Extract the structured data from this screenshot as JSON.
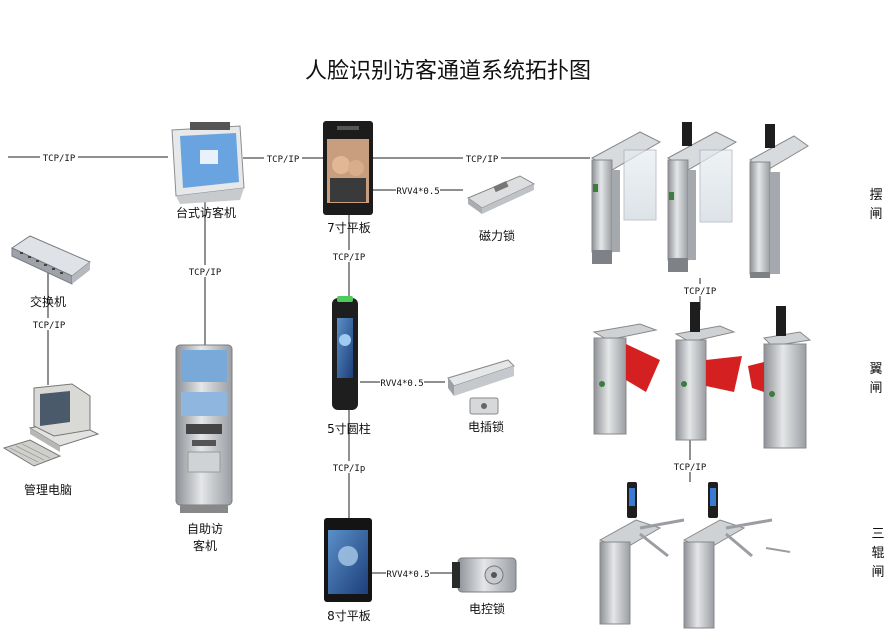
{
  "title": "人脸识别访客通道系统拓扑图",
  "devices": {
    "desk_kiosk": "台式访客机",
    "switch": "交换机",
    "pc": "管理电脑",
    "self_kiosk_line1": "自助访",
    "self_kiosk_line2": "客机",
    "tablet7": "7寸平板",
    "pillar5": "5寸圆柱",
    "tablet8": "8寸平板",
    "mag_lock": "磁力锁",
    "bolt_lock": "电插锁",
    "elec_lock": "电控锁"
  },
  "links": {
    "tcp1": "TCP/IP",
    "tcp2": "TCP/IP",
    "tcp3": "TCP/IP",
    "tcp4": "TCP/IP",
    "tcp5": "TCP/IP",
    "tcp6": "TCP/IP",
    "tcp7": "TCP/Ip",
    "tcp8": "TCP/IP",
    "tcp9": "TCP/IP",
    "rvv1": "RVV4*0.5",
    "rvv2": "RVV4*0.5",
    "rvv3": "RVV4*0.5"
  },
  "gates": {
    "swing": [
      "摆",
      "闸"
    ],
    "wing": [
      "翼",
      "闸"
    ],
    "tripod": [
      "三",
      "辊",
      "闸"
    ]
  },
  "colors": {
    "line": "#222222",
    "steel": "#b9bcc0",
    "dark": "#2b2b2b",
    "red": "#d42020",
    "screen": "#3a7ad0"
  }
}
